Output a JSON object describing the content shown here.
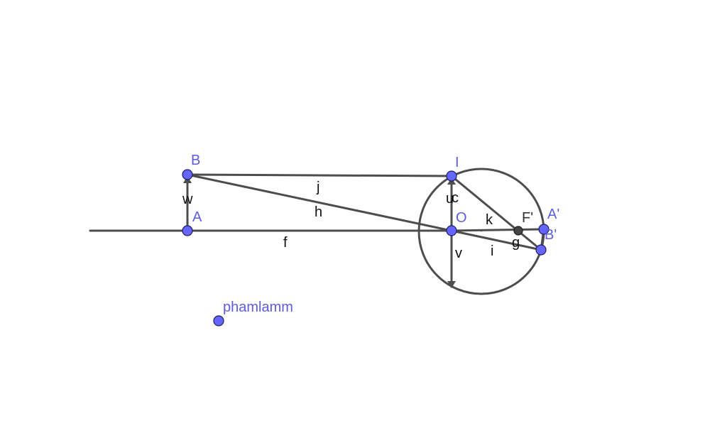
{
  "points": {
    "A": {
      "label": "A"
    },
    "B": {
      "label": "B"
    },
    "I": {
      "label": "I"
    },
    "O": {
      "label": "O"
    },
    "F_prime": {
      "label": "F'"
    },
    "A_prime": {
      "label": "A'"
    },
    "B_prime": {
      "label": "B'"
    },
    "phamlamm": {
      "label": "phamlamm"
    }
  },
  "segments": {
    "f": {
      "label": "f"
    },
    "j": {
      "label": "j"
    },
    "h": {
      "label": "h"
    },
    "k": {
      "label": "k"
    },
    "g": {
      "label": "g"
    },
    "i": {
      "label": "i"
    }
  },
  "vectors": {
    "w": {
      "label": "w"
    },
    "u": {
      "label": "u"
    },
    "v": {
      "label": "v"
    }
  },
  "circle": {
    "label": "c"
  },
  "colors": {
    "point_fill": "#6666ff",
    "point_label": "#5c5ce0",
    "line": "#4d4d4d",
    "focus_point": "#444444"
  }
}
